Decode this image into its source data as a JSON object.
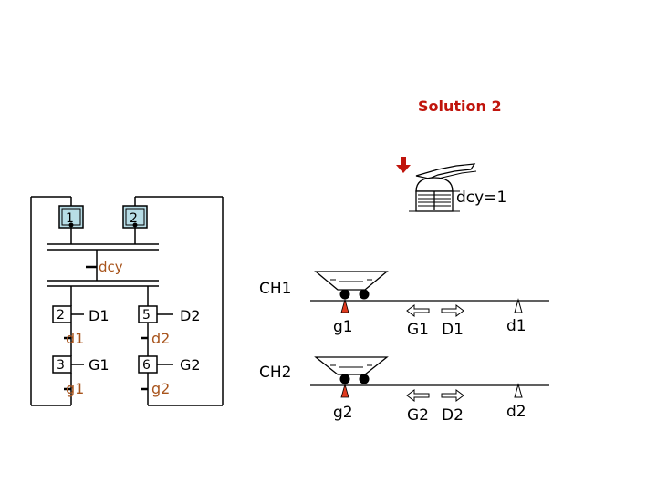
{
  "title": "Solution 2",
  "button_state": "dcy=1",
  "grafcet": {
    "initial_steps": [
      "1",
      "2"
    ],
    "start_condition": "dcy",
    "branch_left": {
      "step_a": "2",
      "action_a": "D1",
      "transition_a": "d1",
      "step_b": "3",
      "action_b": "G1",
      "transition_b": "g1"
    },
    "branch_right": {
      "step_a": "5",
      "action_a": "D2",
      "transition_a": "d2",
      "step_b": "6",
      "action_b": "G2",
      "transition_b": "g2"
    }
  },
  "tracks": {
    "ch1": {
      "label": "CH1",
      "pos_label": "g1",
      "left_label": "G1",
      "right_label": "D1",
      "end_label": "d1"
    },
    "ch2": {
      "label": "CH2",
      "pos_label": "g2",
      "left_label": "G2",
      "right_label": "D2",
      "end_label": "d2"
    }
  },
  "colors": {
    "title": "#c0140c",
    "arrow": "#c0140c",
    "step_fill": "#b7dde6",
    "condition_text": "#a8541c"
  }
}
